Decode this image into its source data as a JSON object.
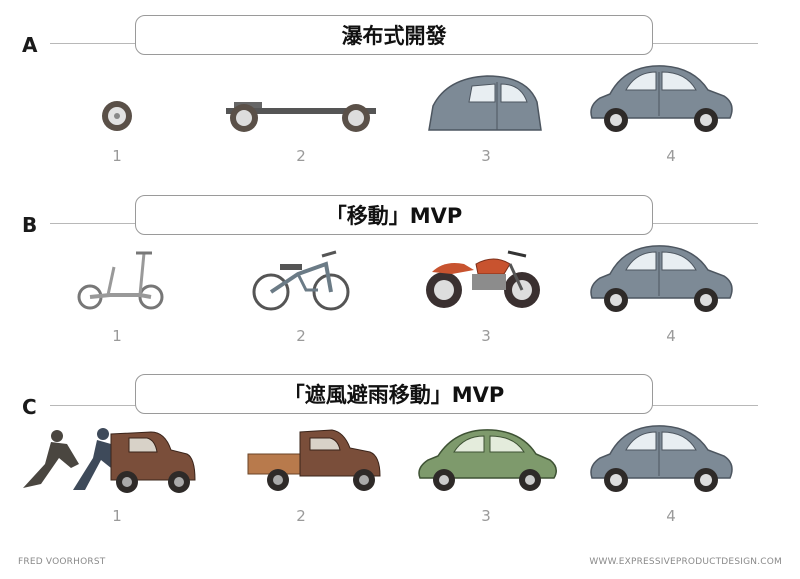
{
  "rows": [
    {
      "letter": "A",
      "title": "瀑布式開發",
      "numbers": [
        "1",
        "2",
        "3",
        "4"
      ]
    },
    {
      "letter": "B",
      "title": "「移動」MVP",
      "numbers": [
        "1",
        "2",
        "3",
        "4"
      ]
    },
    {
      "letter": "C",
      "title": "「遮風避雨移動」MVP",
      "numbers": [
        "1",
        "2",
        "3",
        "4"
      ]
    }
  ],
  "footer": {
    "left": "FRED VOORHORST",
    "right": "WWW.EXPRESSIVEPRODUCTDESIGN.COM"
  },
  "icons": {
    "row_a": [
      "wheel-icon",
      "chassis-icon",
      "car-body-icon",
      "grey-car-icon"
    ],
    "row_b": [
      "scooter-icon",
      "moped-icon",
      "motorcycle-icon",
      "grey-car-icon"
    ],
    "row_c": [
      "pushed-cart-icon",
      "pickup-truck-icon",
      "green-car-icon",
      "grey-car-icon"
    ]
  },
  "colors": {
    "grey_car": "#7d8a96",
    "brown_vehicle": "#7a4e3a",
    "green_car": "#7e9a6c",
    "motorcycle": "#c8532f"
  }
}
